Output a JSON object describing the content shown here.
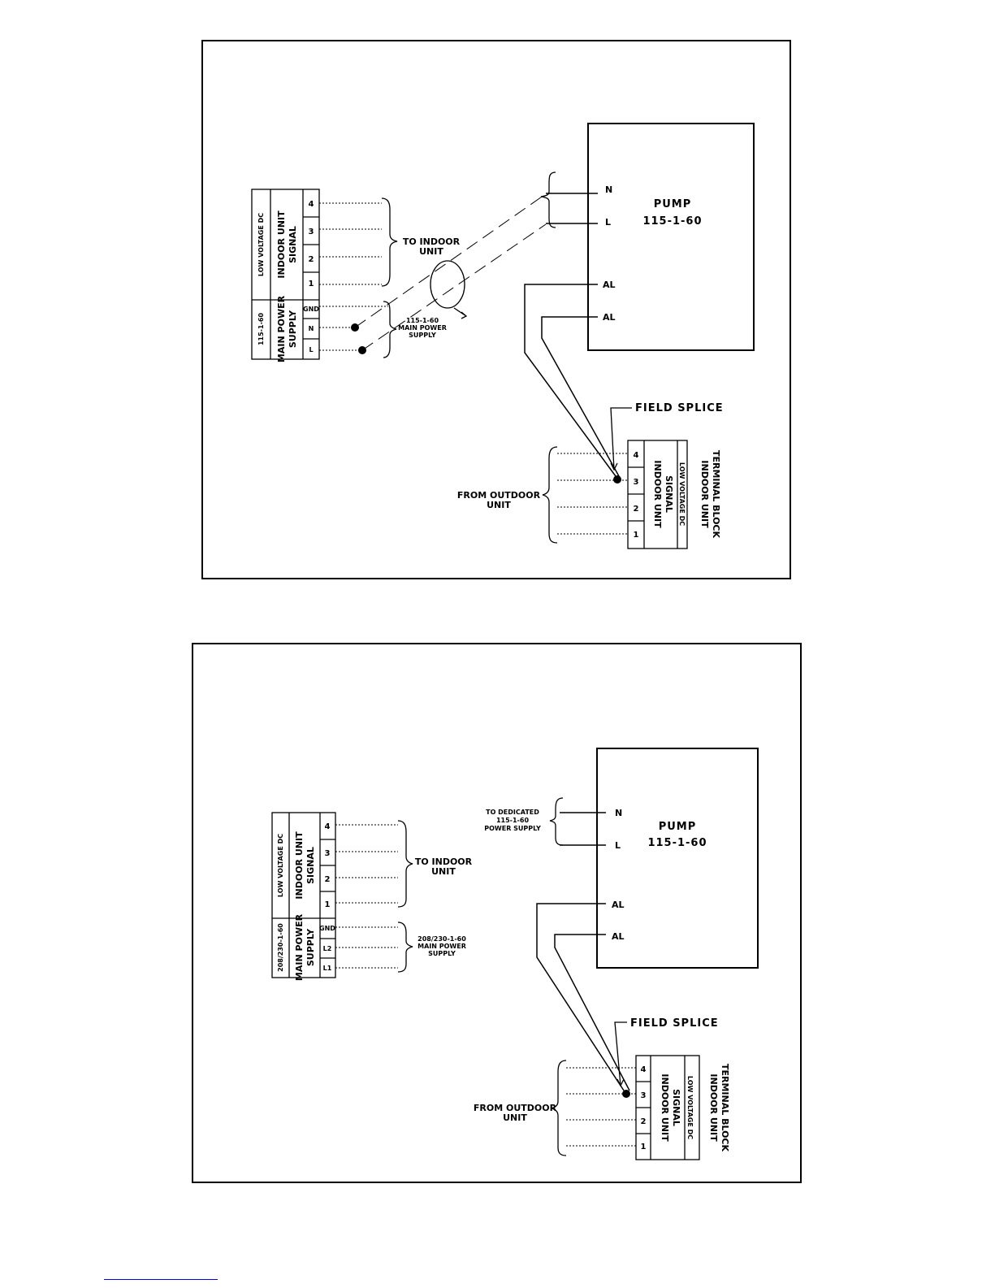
{
  "diagram1": {
    "pump": {
      "name": "PUMP",
      "rating": "115-1-60",
      "terminals": [
        "N",
        "L",
        "AL",
        "AL"
      ]
    },
    "left_block": {
      "group1_rating": "LOW VOLTAGE DC",
      "group1_desc": [
        "INDOOR UNIT",
        "SIGNAL"
      ],
      "group2_rating": "115-1-60",
      "group2_desc": [
        "MAIN POWER",
        "SUPPLY"
      ],
      "terminals": [
        "4",
        "3",
        "2",
        "1",
        "GND",
        "N",
        "L"
      ]
    },
    "to_indoor": [
      "TO INDOOR",
      "UNIT"
    ],
    "power_label": [
      "115-1-60",
      "MAIN POWER",
      "SUPPLY"
    ],
    "field_splice": "FIELD SPLICE",
    "from_outdoor": [
      "FROM OUTDOOR",
      "UNIT"
    ],
    "terminal_block": {
      "title": [
        "INDOOR UNIT",
        "TERMINAL BLOCK"
      ],
      "desc": [
        "INDOOR UNIT",
        "SIGNAL"
      ],
      "rating": "LOW VOLTAGE DC",
      "terminals": [
        "4",
        "3",
        "2",
        "1"
      ]
    }
  },
  "diagram2": {
    "pump": {
      "name": "PUMP",
      "rating": "115-1-60",
      "terminals": [
        "N",
        "L",
        "AL",
        "AL"
      ]
    },
    "dedicated": [
      "TO DEDICATED",
      "115-1-60",
      "POWER SUPPLY"
    ],
    "left_block": {
      "group1_rating": "LOW VOLTAGE DC",
      "group1_desc": [
        "INDOOR UNIT",
        "SIGNAL"
      ],
      "group2_rating": "208/230-1-60",
      "group2_desc": [
        "MAIN POWER",
        "SUPPLY"
      ],
      "terminals": [
        "4",
        "3",
        "2",
        "1",
        "GND",
        "L2",
        "L1"
      ]
    },
    "to_indoor": [
      "TO INDOOR",
      "UNIT"
    ],
    "power_label": [
      "208/230-1-60",
      "MAIN POWER",
      "SUPPLY"
    ],
    "field_splice": "FIELD SPLICE",
    "from_outdoor": [
      "FROM OUTDOOR",
      "UNIT"
    ],
    "terminal_block": {
      "title": [
        "INDOOR UNIT",
        "TERMINAL BLOCK"
      ],
      "desc": [
        "INDOOR UNIT",
        "SIGNAL"
      ],
      "rating": "LOW VOLTAGE DC",
      "terminals": [
        "4",
        "3",
        "2",
        "1"
      ]
    }
  }
}
